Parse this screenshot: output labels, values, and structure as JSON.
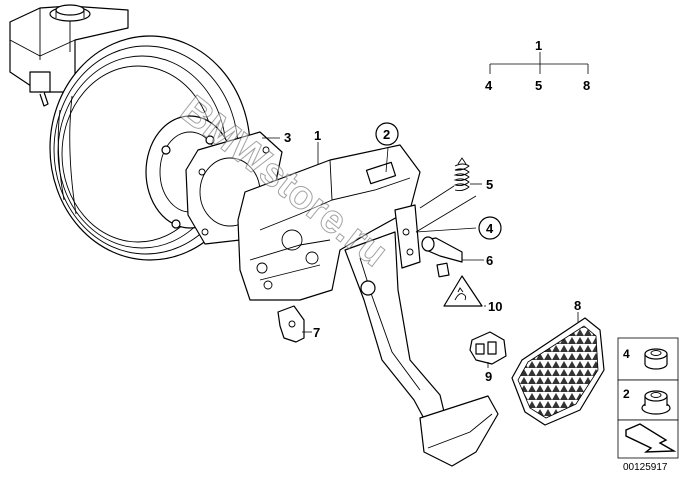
{
  "diagram": {
    "watermark": "BMWstore.ru",
    "doc_number": "00125917",
    "tree": {
      "root": "1",
      "children": [
        "4",
        "5",
        "8"
      ]
    },
    "callouts": [
      {
        "id": "c1",
        "text": "1",
        "circled": false
      },
      {
        "id": "c2",
        "text": "2",
        "circled": true
      },
      {
        "id": "c3",
        "text": "3",
        "circled": false
      },
      {
        "id": "c4",
        "text": "4",
        "circled": true
      },
      {
        "id": "c5",
        "text": "5",
        "circled": false
      },
      {
        "id": "c6",
        "text": "6",
        "circled": false
      },
      {
        "id": "c7",
        "text": "7",
        "circled": false
      },
      {
        "id": "c8",
        "text": "8",
        "circled": false
      },
      {
        "id": "c9",
        "text": "9",
        "circled": false
      },
      {
        "id": "c10",
        "text": "10",
        "circled": false,
        "triangle": true
      }
    ],
    "legend": [
      {
        "text": "4",
        "icon": "collar-nut-icon"
      },
      {
        "text": "2",
        "icon": "flange-nut-icon"
      }
    ]
  }
}
